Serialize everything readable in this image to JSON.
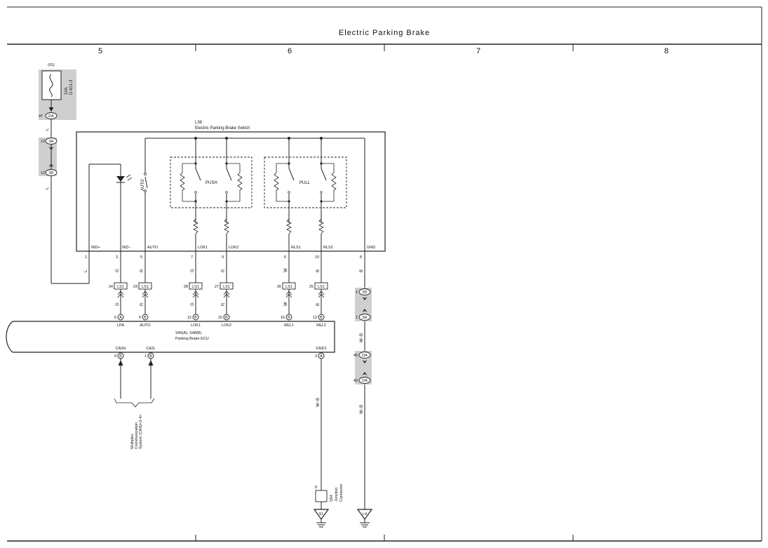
{
  "header": {
    "title": "Electric Parking Brake",
    "columns": [
      "5",
      "6",
      "7",
      "8"
    ]
  },
  "fuse": {
    "source": "(IG)",
    "rating": "10A",
    "name": "D-IG1-3",
    "pin": "47",
    "connector": "DA"
  },
  "junction_top": {
    "wire": "L",
    "pin_a": "12",
    "conn_a": "3H",
    "pin_b": "12",
    "conn_b": "3D"
  },
  "switch": {
    "code": "L39",
    "name": "Electric Parking Brake Switch",
    "auto_label": "AUTO",
    "push_label": "PUSH",
    "pull_label": "PULL",
    "terminals": [
      "IND+",
      "IND−",
      "AUTO",
      "LOK1",
      "LOK2",
      "RLS1",
      "RLS2",
      "GND"
    ],
    "pins": [
      "1",
      "3",
      "5",
      "7",
      "9",
      "6",
      "10",
      "8"
    ],
    "wire_colors": [
      "L",
      "G",
      "R",
      "G",
      "R",
      "W",
      "B",
      "B"
    ]
  },
  "ls1": {
    "connector": "LS1",
    "pins": [
      "24",
      "23",
      "28",
      "27",
      "26",
      "25"
    ],
    "wire_colors": [
      "G",
      "R",
      "G",
      "R",
      "W",
      "B"
    ]
  },
  "ecu": {
    "code": "S46(A), S48(B)",
    "name": "Parking Brake ECU",
    "top_pins": [
      "6",
      "5",
      "12",
      "15",
      "16",
      "13"
    ],
    "top_conns": [
      "A",
      "B",
      "B",
      "B",
      "B",
      "B"
    ],
    "top_terms": [
      "LPA",
      "AUTO",
      "LOK1",
      "LOK2",
      "REL1",
      "REL2"
    ],
    "bottom_pins": [
      "9",
      "1",
      "3"
    ],
    "bottom_conns": [
      "B",
      "B",
      "A"
    ],
    "bottom_terms": [
      "CA2H",
      "CA2L",
      "GND1"
    ]
  },
  "right_junction": {
    "pin_a": "1",
    "conn_a": "3D",
    "pin_b": "1",
    "conn_b": "3H",
    "wire_a": "W−B",
    "pin_c": "45",
    "conn_c": "DA",
    "pin_d": "40",
    "conn_d": "DA",
    "wire_b": "W−B"
  },
  "multiplex": {
    "line1": "Multiplex",
    "line2": "Communication",
    "line3": "System (CAN)<2-4>"
  },
  "ground": {
    "wire": "W−B",
    "jc_pin": "8",
    "jc_code": "S54",
    "jc_line1": "Junction",
    "jc_line2": "Connector",
    "ground1": "S1",
    "ground2": "L4"
  }
}
